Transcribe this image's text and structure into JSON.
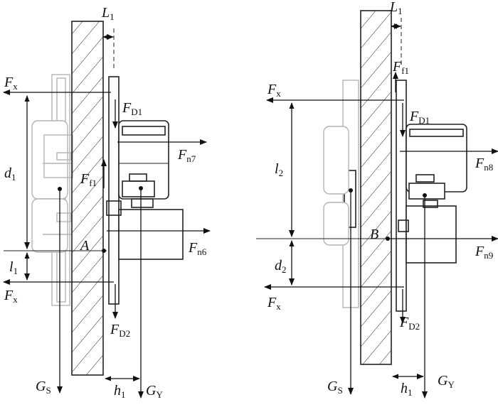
{
  "diagram": {
    "left": {
      "L1": "L",
      "L1_sub": "1",
      "Fx_top": "F",
      "Fx_top_sub": "x",
      "FD1": "F",
      "FD1_sub": "D1",
      "Fn7": "F",
      "Fn7_sub": "n7",
      "d1": "d",
      "d1_sub": "1",
      "Ff1": "F",
      "Ff1_sub": "f1",
      "A": "A",
      "Fn6": "F",
      "Fn6_sub": "n6",
      "l1": "l",
      "l1_sub": "1",
      "Fx_bot": "F",
      "Fx_bot_sub": "x",
      "FD2": "F",
      "FD2_sub": "D2",
      "GS": "G",
      "GS_sub": "S",
      "h1": "h",
      "h1_sub": "1",
      "GY": "G",
      "GY_sub": "Y"
    },
    "right": {
      "L1": "L",
      "L1_sub": "1",
      "Ff1": "F",
      "Ff1_sub": "f1",
      "Fx_top": "F",
      "Fx_top_sub": "x",
      "FD1": "F",
      "FD1_sub": "D1",
      "Fn8": "F",
      "Fn8_sub": "n8",
      "l2": "l",
      "l2_sub": "2",
      "B": "B",
      "Fn9": "F",
      "Fn9_sub": "n9",
      "d2": "d",
      "d2_sub": "2",
      "Fx_bot": "F",
      "Fx_bot_sub": "x",
      "FD2": "F",
      "FD2_sub": "D2",
      "GS": "G",
      "GS_sub": "S",
      "h1": "h",
      "h1_sub": "1",
      "GY": "G",
      "GY_sub": "Y"
    }
  }
}
